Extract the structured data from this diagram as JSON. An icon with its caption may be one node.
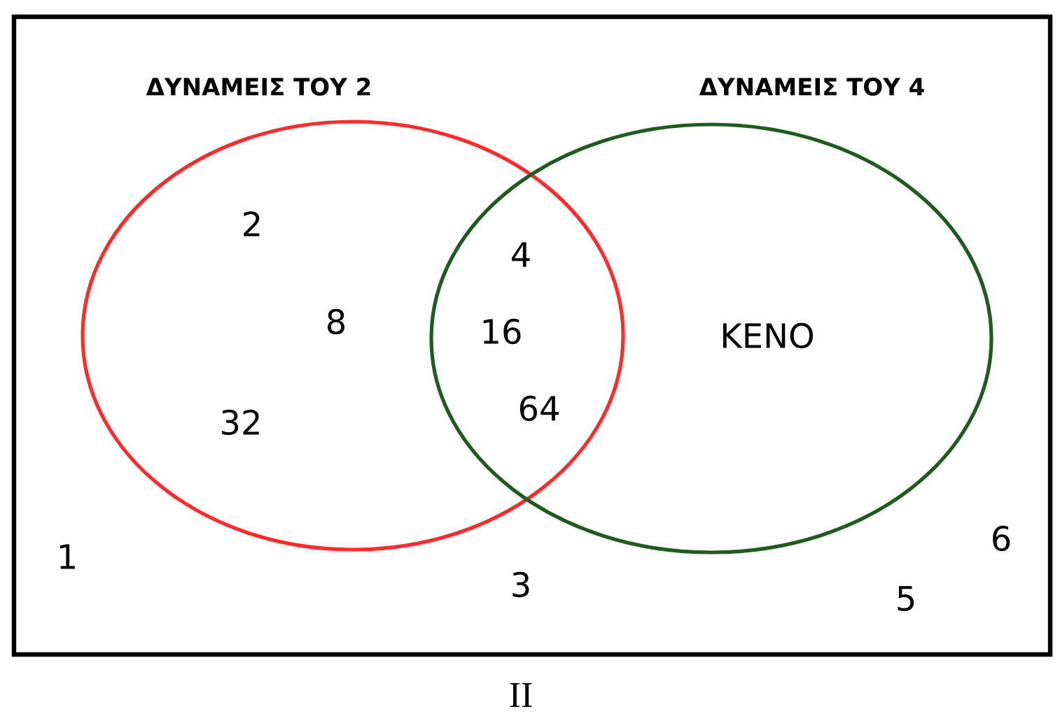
{
  "diagram": {
    "caption": "ΙΙ",
    "nodes": [
      {
        "text": [],
        "shape": "box"
      },
      {
        "text": [
          "ΔΥΝΑΜΕΙΣ ΤΟΥ 2"
        ],
        "in": 0
      },
      {
        "text": [
          "ΔΥΝΑΜΕΙΣ ΤΟΥ 4"
        ],
        "in": 0
      }
    ],
    "labels": [
      "2",
      "4",
      "8",
      "16",
      "ΚΕΝΟ",
      "32",
      "64",
      "1",
      "6",
      "3",
      "5"
    ]
  }
}
